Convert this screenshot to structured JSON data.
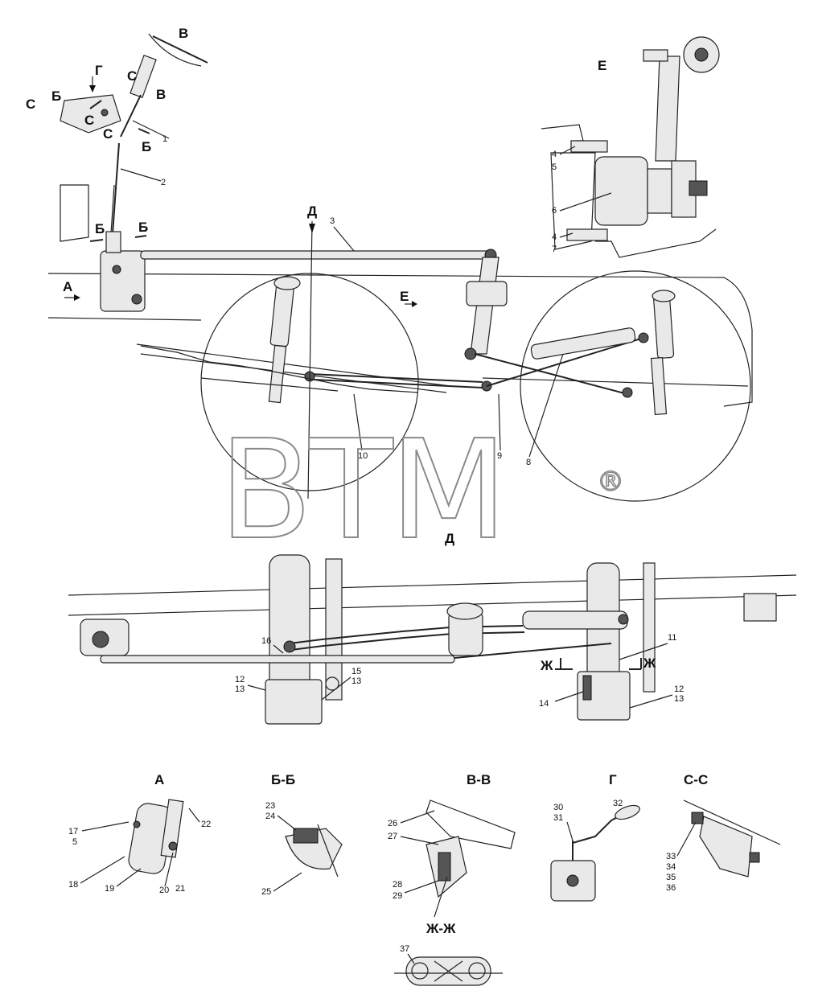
{
  "view_labels": {
    "V": "В",
    "G": "Г",
    "S": "С",
    "B": "Б",
    "D": "Д",
    "E": "Е",
    "A": "А",
    "ZH": "Ж",
    "BB": "Б-Б",
    "VV": "В-В",
    "SS": "С-С",
    "ZHZH": "Ж-Ж"
  },
  "watermark": {
    "text": "BTM",
    "mark": "®"
  },
  "callouts": {
    "n1": "1",
    "n2": "2",
    "n3": "3",
    "n4": "4",
    "n5": "5",
    "n6": "6",
    "n7": "7",
    "n8": "8",
    "n9": "9",
    "n10": "10",
    "n11": "11",
    "n12": "12",
    "n13": "13",
    "n14": "14",
    "n15": "15",
    "n16": "16",
    "n17": "17",
    "n18": "18",
    "n19": "19",
    "n20": "20",
    "n21": "21",
    "n22": "22",
    "n23": "23",
    "n24": "24",
    "n25": "25",
    "n26": "26",
    "n27": "27",
    "n28": "28",
    "n29": "29",
    "n30": "30",
    "n31": "31",
    "n32": "32",
    "n33": "33",
    "n34": "34",
    "n35": "35",
    "n36": "36",
    "n37": "37"
  }
}
